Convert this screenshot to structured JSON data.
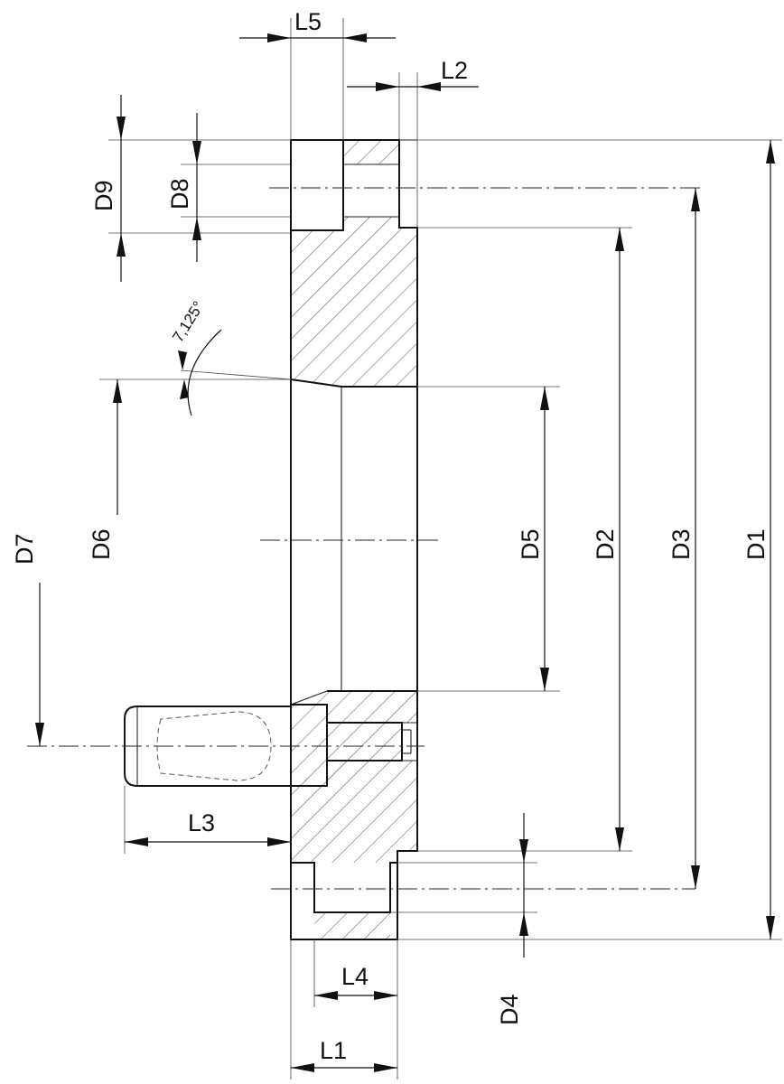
{
  "labels": {
    "L1": "L1",
    "L2": "L2",
    "L3": "L3",
    "L4": "L4",
    "L5": "L5",
    "D1": "D1",
    "D2": "D2",
    "D3": "D3",
    "D4": "D4",
    "D5": "D5",
    "D6": "D6",
    "D7": "D7",
    "D8": "D8",
    "D9": "D9",
    "angle": "7,125°"
  },
  "colors": {
    "line": "#111111",
    "hatch": "#555555",
    "background": "#ffffff"
  }
}
